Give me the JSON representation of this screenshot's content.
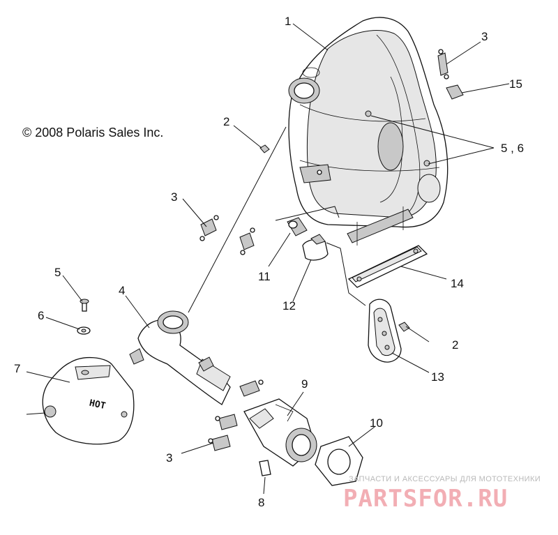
{
  "copyright": "© 2008 Polaris Sales Inc.",
  "hot_label": "HOT",
  "callouts": {
    "c1": "1",
    "c2a": "2",
    "c2b": "2",
    "c3a": "3",
    "c3b": "3",
    "c3c": "3",
    "c4": "4",
    "c5": "5",
    "c56": "5 , 6",
    "c6": "6",
    "c7": "7",
    "c8": "8",
    "c9": "9",
    "c10": "10",
    "c11": "11",
    "c12": "12",
    "c13": "13",
    "c14": "14",
    "c15": "15"
  },
  "watermark": {
    "tagline": "ЗАПЧАСТИ И АКСЕССУАРЫ ДЛЯ МОТОТЕХНИКИ",
    "brand": "PARTSFOR.RU"
  }
}
